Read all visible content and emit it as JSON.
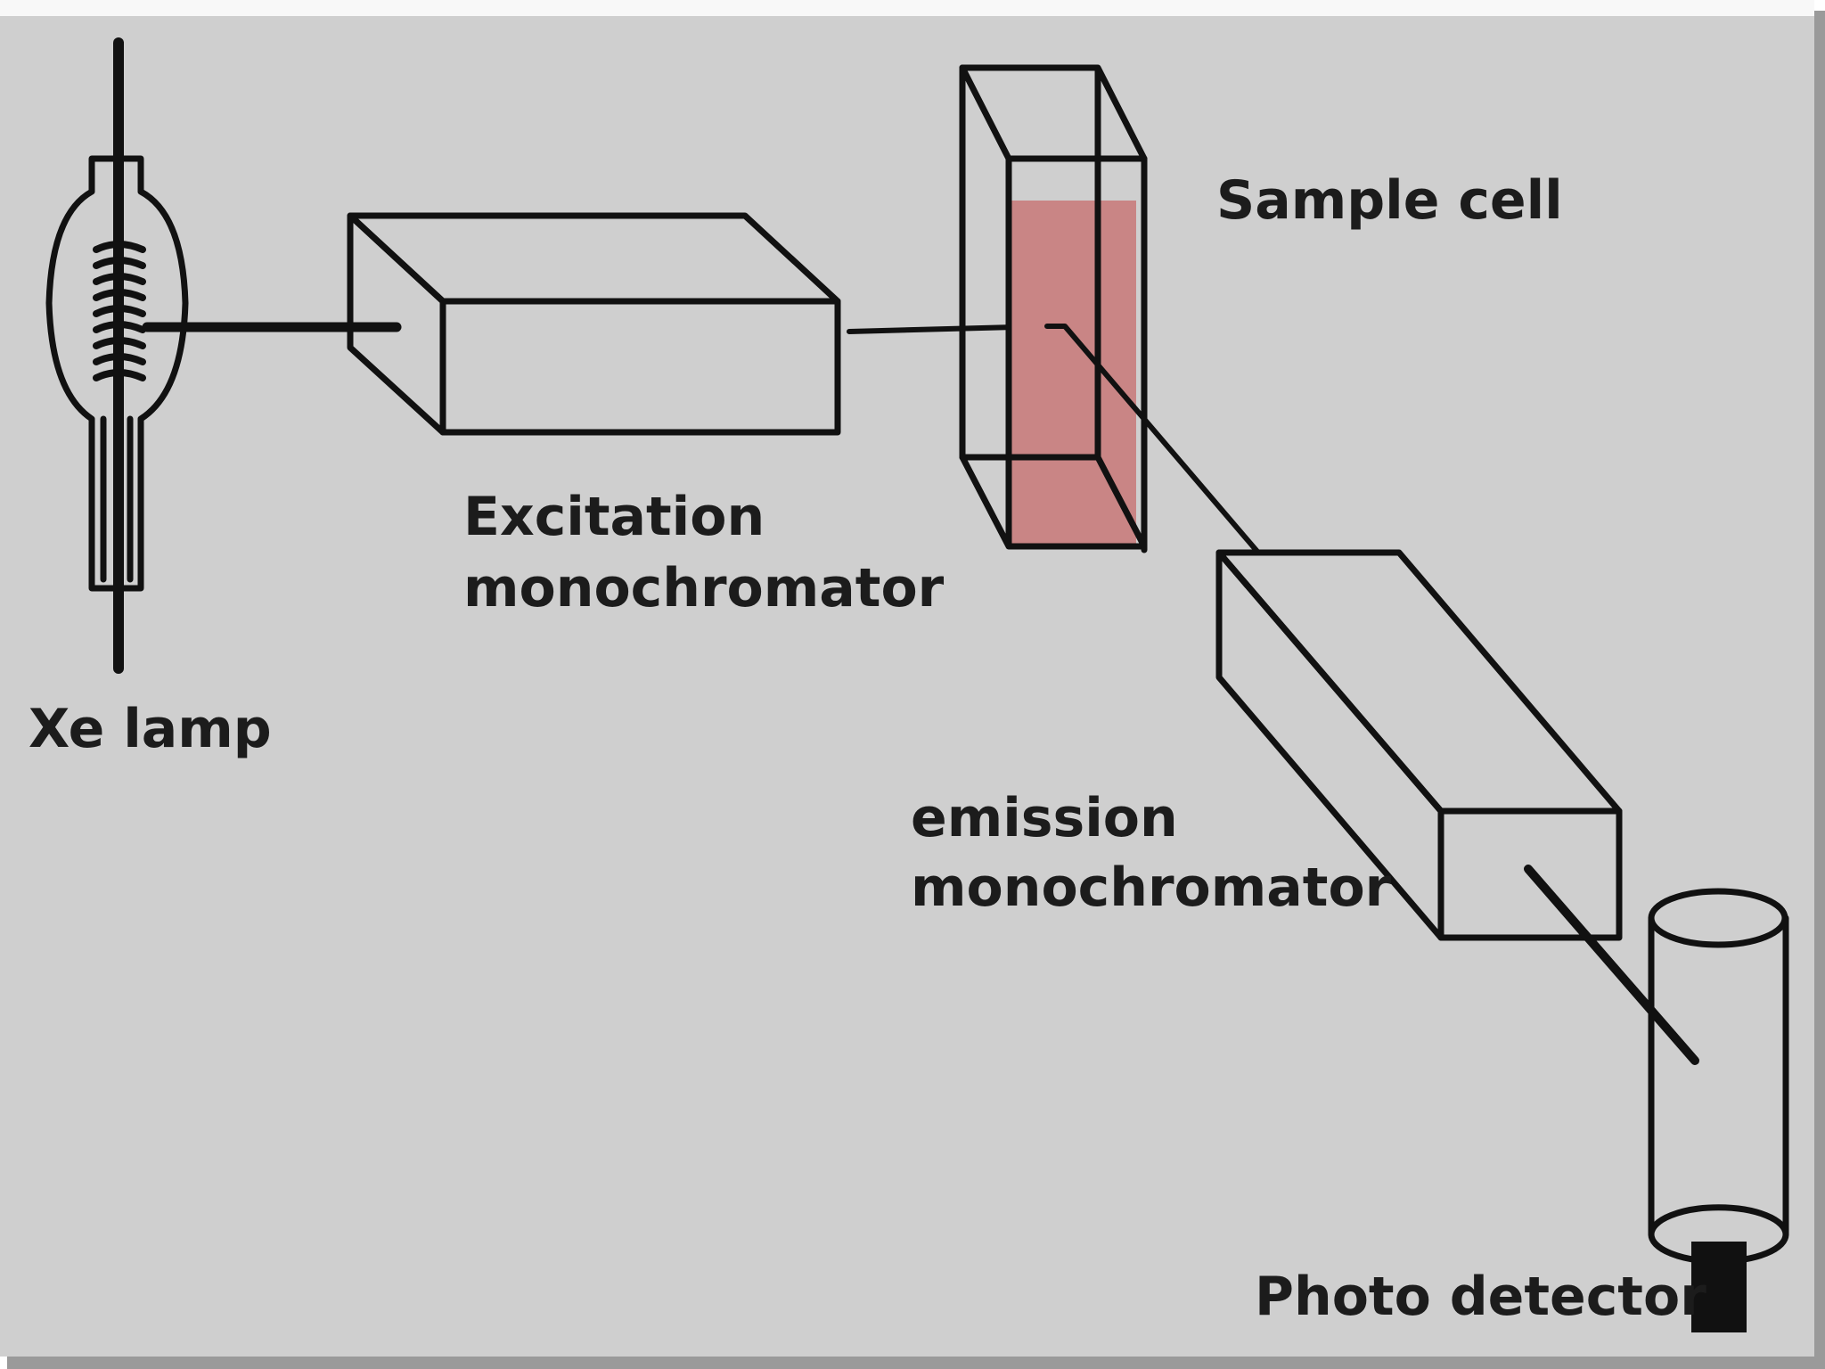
{
  "labels": {
    "xe_lamp": "Xe lamp",
    "excitation_line1": "Excitation",
    "excitation_line2": "monochromator",
    "sample_cell": "Sample cell",
    "emission_line1": "emission",
    "emission_line2": "monochromator",
    "photo_detector": "Photo detector"
  },
  "colors": {
    "background": "#cfcfcf",
    "stroke": "#111111",
    "sample_liquid": "#c98585",
    "frame_shadow": "#9a9a9a",
    "label_text": "#1c1c1c"
  }
}
